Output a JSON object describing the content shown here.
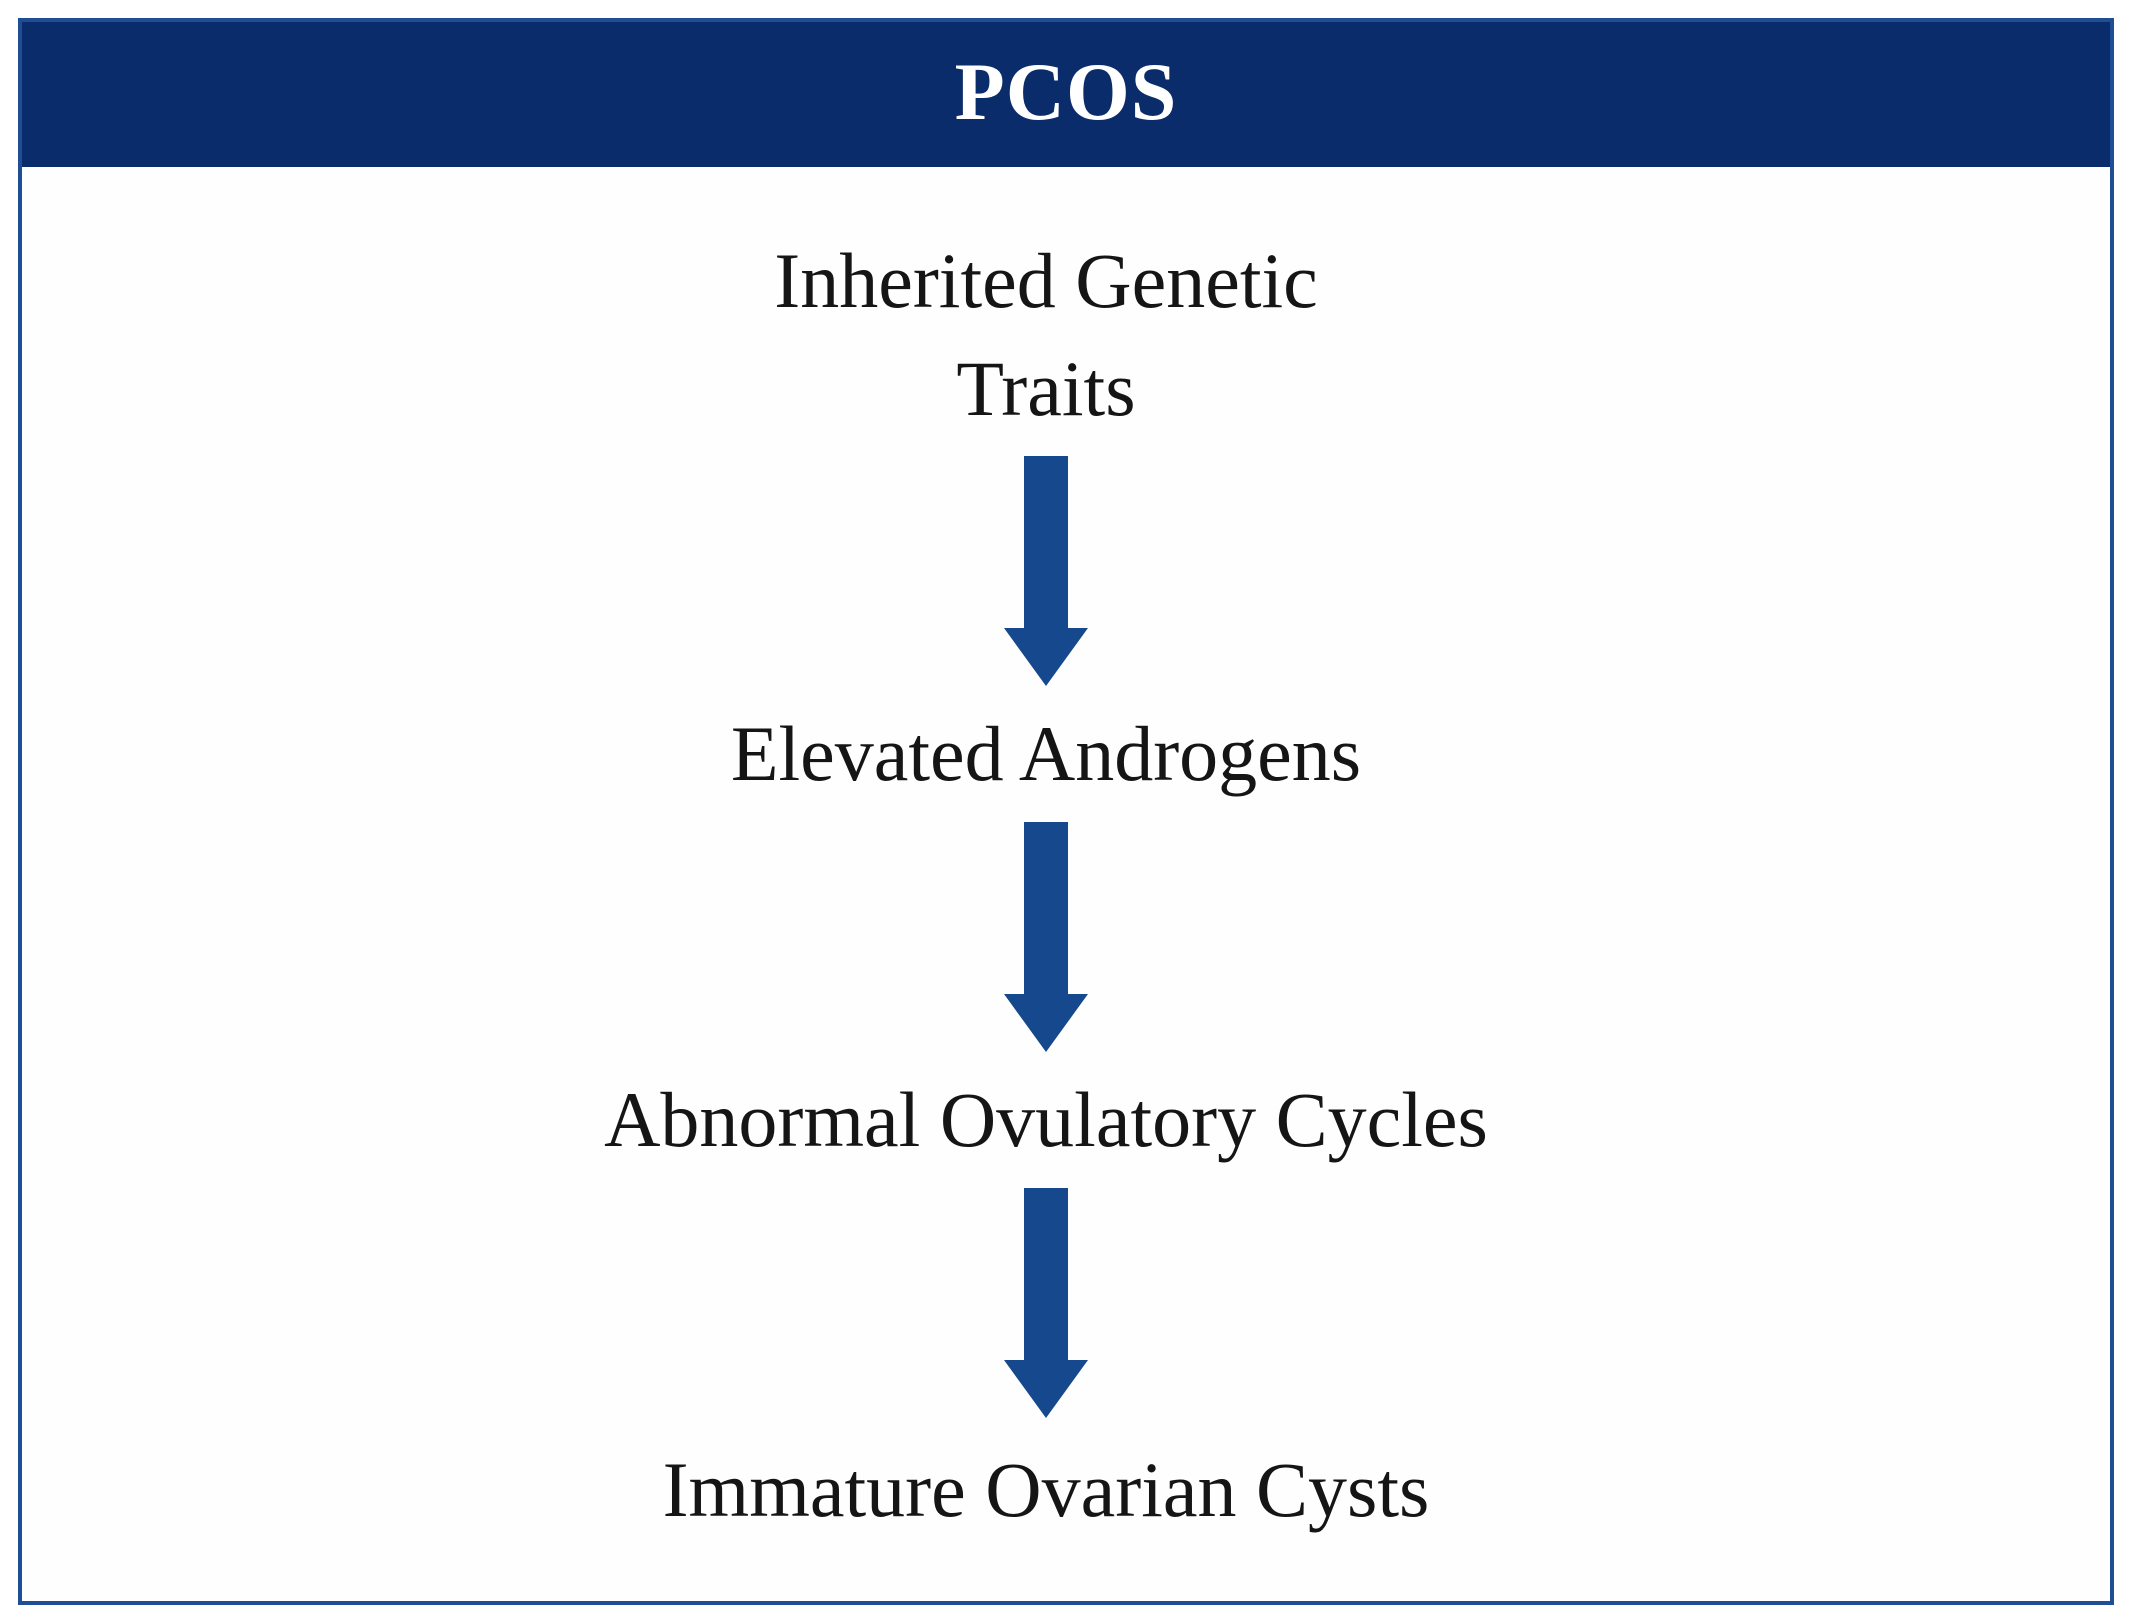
{
  "figure": {
    "title": "PCOS",
    "steps": [
      "Inherited Genetic Traits",
      "Elevated Androgens",
      "Abnormal Ovulatory Cycles",
      "Immature Ovarian Cysts"
    ],
    "arrow_count": 3,
    "colors": {
      "header_bg": "#0b2c6b",
      "arrow": "#15488c",
      "border": "#1f4e96",
      "title_text": "#ffffff",
      "body_text": "#151515",
      "page_bg": "#ffffff"
    }
  }
}
